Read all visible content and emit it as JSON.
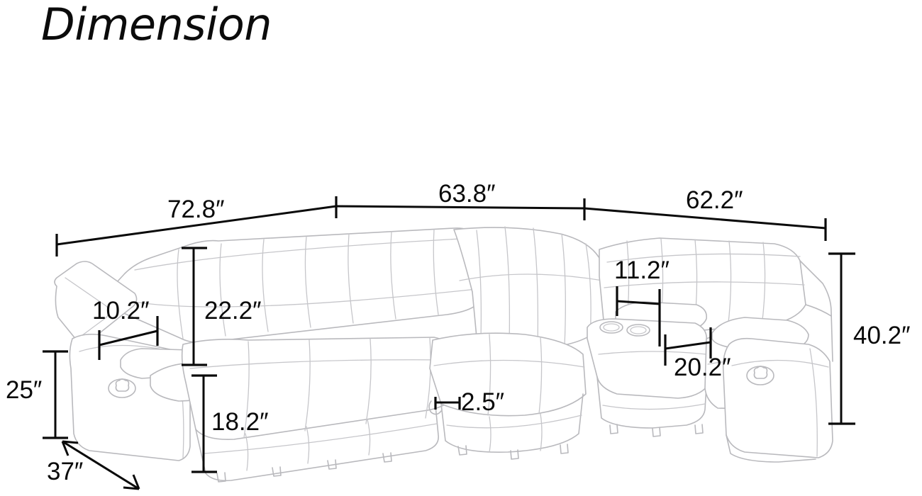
{
  "page": {
    "title": "Dimension",
    "background_color": "#ffffff",
    "ink_color": "#0a0a0a",
    "artwork_line_color": "#b9b9bd"
  },
  "product": {
    "type": "corner-sectional-recliner-sofa",
    "units": "inches",
    "unit_mark": "″"
  },
  "chart_data": {
    "type": "diagram",
    "title": "Dimension",
    "units": "inches",
    "measurements": [
      {
        "id": "left-section-width",
        "label": "72.8″",
        "value": 72.8,
        "orientation": "horizontal"
      },
      {
        "id": "corner-section-width",
        "label": "63.8″",
        "value": 63.8,
        "orientation": "horizontal"
      },
      {
        "id": "right-section-width",
        "label": "62.2″",
        "value": 62.2,
        "orientation": "horizontal"
      },
      {
        "id": "left-arm-width",
        "label": "10.2″",
        "value": 10.2,
        "orientation": "horizontal"
      },
      {
        "id": "left-back-height",
        "label": "22.2″",
        "value": 22.2,
        "orientation": "vertical"
      },
      {
        "id": "left-arm-height",
        "label": "25″",
        "value": 25,
        "orientation": "vertical"
      },
      {
        "id": "seat-depth",
        "label": "37″",
        "value": 37,
        "orientation": "diagonal"
      },
      {
        "id": "seat-height",
        "label": "18.2″",
        "value": 18.2,
        "orientation": "vertical"
      },
      {
        "id": "floor-clearance",
        "label": "2.5″",
        "value": 2.5,
        "orientation": "horizontal"
      },
      {
        "id": "console-width",
        "label": "11.2″",
        "value": 11.2,
        "orientation": "horizontal"
      },
      {
        "id": "right-seat-width",
        "label": "20.2″",
        "value": 20.2,
        "orientation": "horizontal"
      },
      {
        "id": "overall-height",
        "label": "40.2″",
        "value": 40.2,
        "orientation": "vertical"
      }
    ]
  },
  "labels": {
    "left_section_width": "72.8″",
    "corner_section_width": "63.8″",
    "right_section_width": "62.2″",
    "left_arm_width": "10.2″",
    "left_back_height": "22.2″",
    "left_arm_height": "25″",
    "seat_depth": "37″",
    "seat_height": "18.2″",
    "floor_clearance": "2.5″",
    "console_width": "11.2″",
    "right_seat_width": "20.2″",
    "overall_height": "40.2″"
  }
}
